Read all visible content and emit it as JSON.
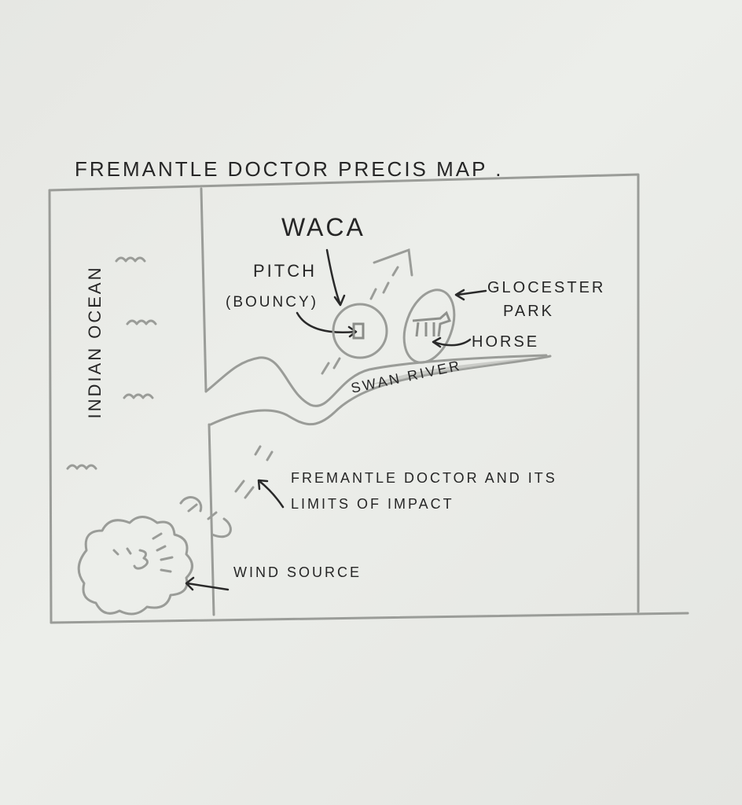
{
  "title": "FREMANTLE DOCTOR PRECIS MAP .",
  "labels": {
    "ocean": "INDIAN OCEAN",
    "waca": "WACA",
    "pitch": "PITCH",
    "pitch_note": "(BOUNCY)",
    "gloucester_1": "GLOCESTER",
    "gloucester_2": "PARK",
    "horse": "HORSE",
    "river": "SWAN RIVER",
    "doctor_1": "FREMANTLE DOCTOR AND ITS",
    "doctor_2": "LIMITS OF IMPACT",
    "wind": "WIND SOURCE"
  },
  "colors": {
    "paper": "#e9eae6",
    "pencil": "#9a9c98",
    "ink": "#262626"
  }
}
